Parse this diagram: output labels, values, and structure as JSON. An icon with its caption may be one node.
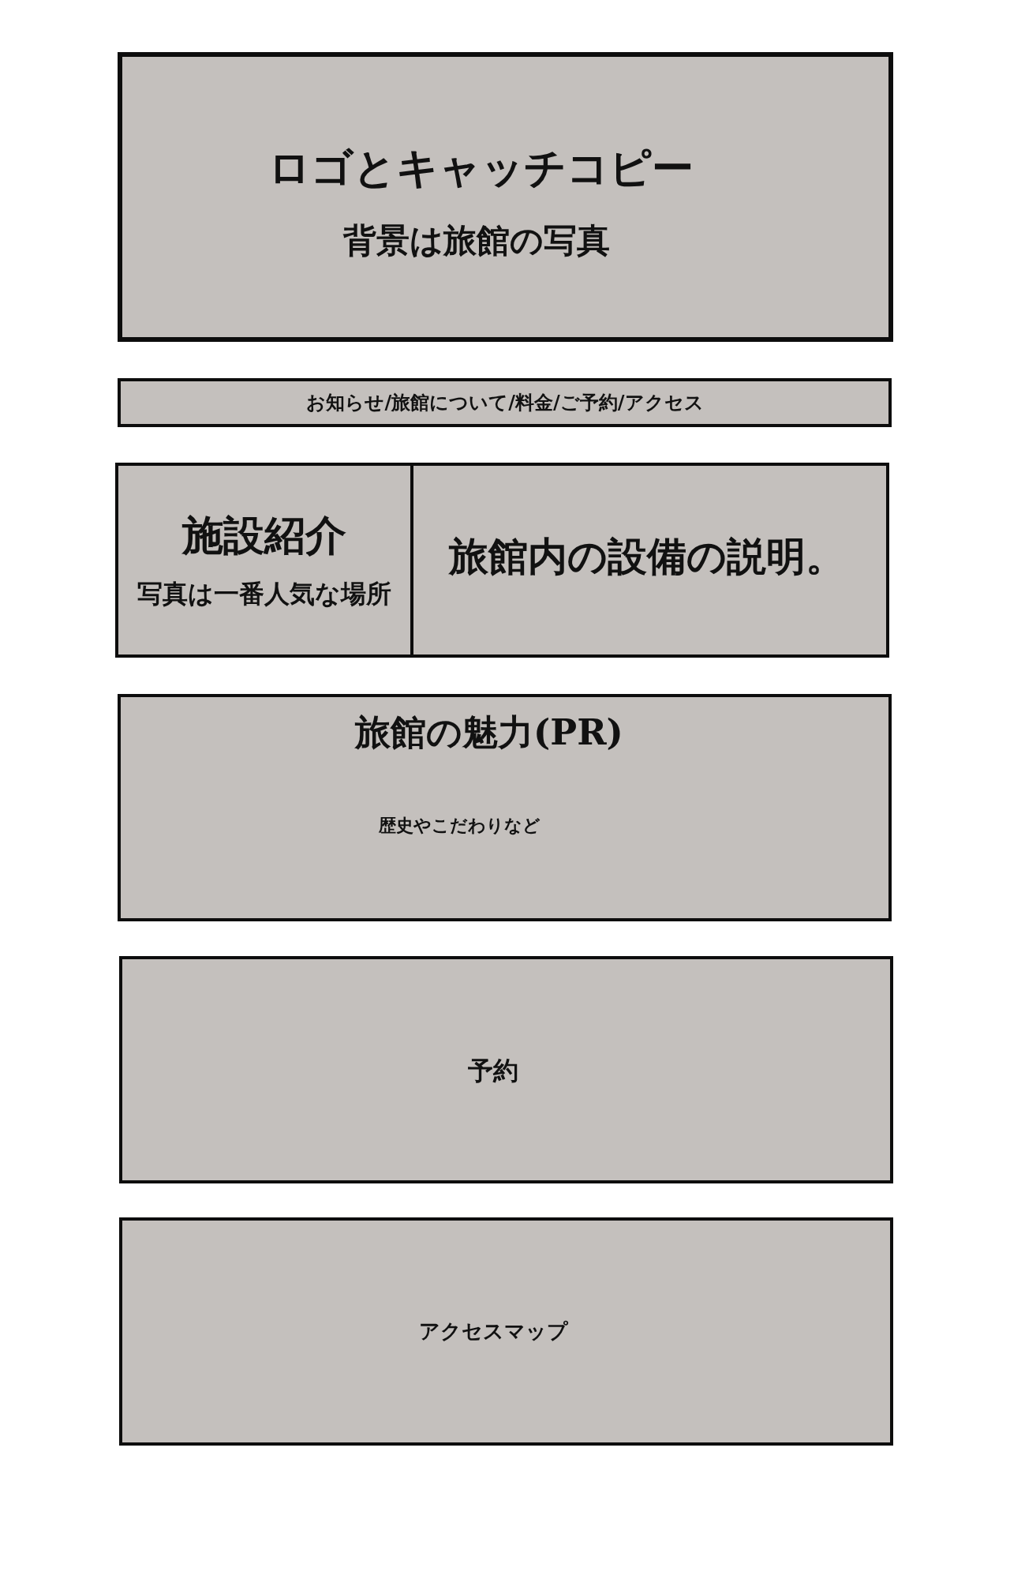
{
  "diagram": {
    "nodes": [
      {
        "text": [
          "ロゴとキャッチコピー",
          "背景は旅館の写真"
        ]
      },
      {
        "text": [
          "お知らせ/旅館について/料金/ご予約/アクセス"
        ]
      },
      {
        "text": [
          "施設紹介",
          "写真は一番人気な場所"
        ]
      },
      {
        "text": [
          "旅館内の設備の説明。"
        ]
      },
      {
        "text": [
          "旅館の魅力(PR)",
          "歴史やこだわりなど"
        ]
      },
      {
        "text": [
          "予約"
        ]
      },
      {
        "text": [
          "アクセスマップ"
        ]
      }
    ]
  }
}
